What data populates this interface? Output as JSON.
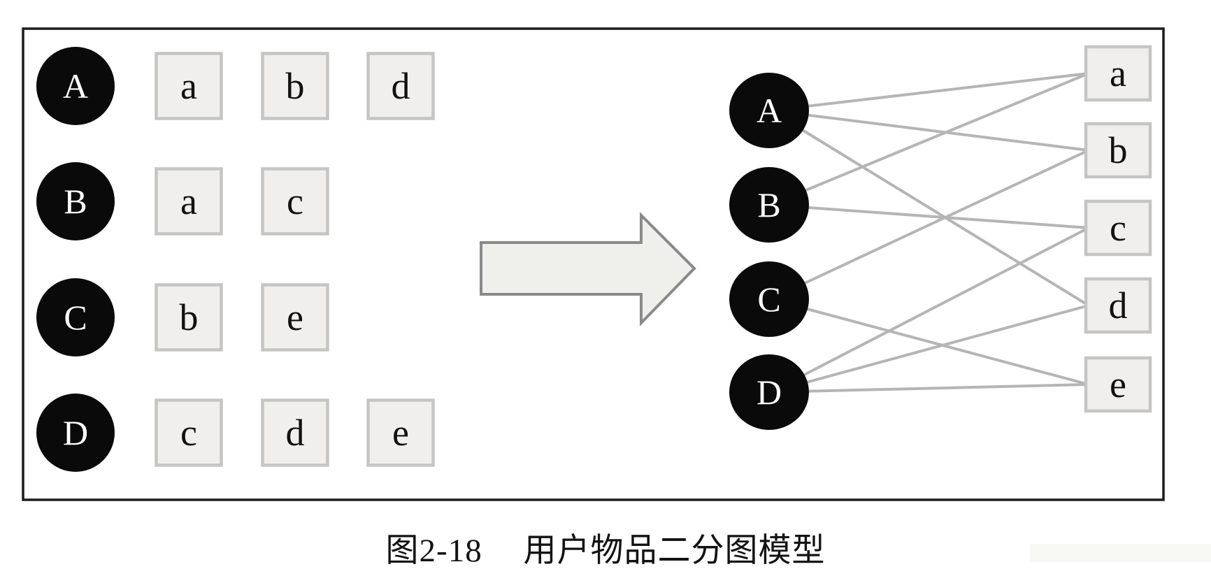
{
  "figure": {
    "caption": {
      "label": "图2-18",
      "title": "用户物品二分图模型"
    }
  },
  "colors": {
    "user_fill": "#0a0a0a",
    "user_text": "#ffffff",
    "item_fill": "#f0efed",
    "item_border": "#c5c5c3",
    "item_text": "#111111",
    "edge": "#b5b5b5",
    "arrow_fill": "#efefec",
    "arrow_border": "#8a8a8a",
    "box_border": "#1c1c1c",
    "caption_text": "#131313"
  },
  "arrow": {
    "icon": "right-block-arrow"
  },
  "left_panel": {
    "rows": [
      {
        "user": "A",
        "items": [
          "a",
          "b",
          "d"
        ]
      },
      {
        "user": "B",
        "items": [
          "a",
          "c"
        ]
      },
      {
        "user": "C",
        "items": [
          "b",
          "e"
        ]
      },
      {
        "user": "D",
        "items": [
          "c",
          "d",
          "e"
        ]
      }
    ]
  },
  "bipartite_graph": {
    "users": [
      "A",
      "B",
      "C",
      "D"
    ],
    "items": [
      "a",
      "b",
      "c",
      "d",
      "e"
    ],
    "edges": [
      [
        "A",
        "a"
      ],
      [
        "A",
        "b"
      ],
      [
        "A",
        "d"
      ],
      [
        "B",
        "a"
      ],
      [
        "B",
        "c"
      ],
      [
        "C",
        "b"
      ],
      [
        "C",
        "e"
      ],
      [
        "D",
        "c"
      ],
      [
        "D",
        "d"
      ],
      [
        "D",
        "e"
      ]
    ]
  }
}
